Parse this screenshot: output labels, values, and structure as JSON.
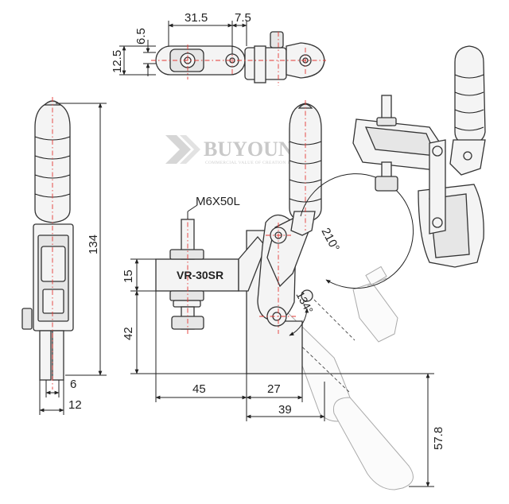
{
  "watermark": {
    "brand": "BUYOUNG",
    "tagline": "COMMERCIAL VALUE OF CREATION ENERGY"
  },
  "model_label": "VR-30SR",
  "bolt_label": "M6X50L",
  "dimensions": {
    "top_w1": "31.5",
    "top_w2": "7.5",
    "top_h1": "6.5",
    "top_h2": "12.5",
    "side_height": "134",
    "side_w_small": "6",
    "side_w_large": "12",
    "front_h1": "15",
    "front_h2": "42",
    "front_w1": "45",
    "front_w2": "27",
    "front_w3": "39",
    "open_drop": "57.8",
    "angle_open": "210°",
    "angle_tilt": "134°"
  }
}
